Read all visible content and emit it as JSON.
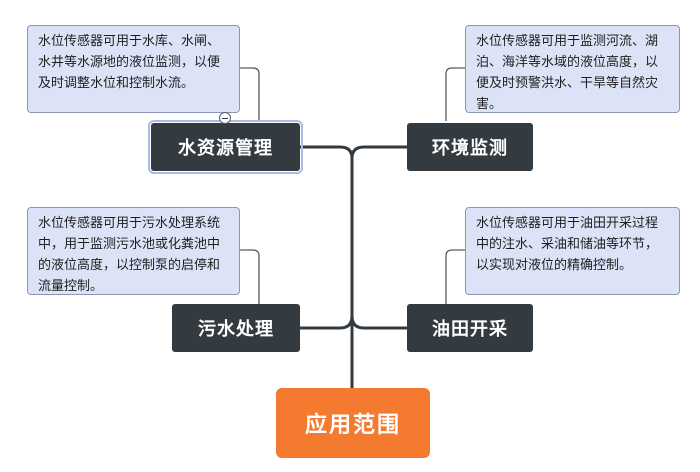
{
  "root": {
    "label": "应用范围",
    "color": "#f47a30"
  },
  "colors": {
    "topic_bg": "#333a40",
    "note_bg": "#dde3f7",
    "note_border": "#8b95b8",
    "connector": "#333a40"
  },
  "branches": [
    {
      "label": "水资源管理",
      "note": "水位传感器可用于水库、水闸、水井等水源地的液位监测，以便及时调整水位和控制水流。"
    },
    {
      "label": "环境监测",
      "note": "水位传感器可用于监测河流、湖泊、海洋等水域的液位高度，以便及时预警洪水、干旱等自然灾害。"
    },
    {
      "label": "污水处理",
      "note": "水位传感器可用于污水处理系统中，用于监测污水池或化粪池中的液位高度，以控制泵的启停和流量控制。"
    },
    {
      "label": "油田开采",
      "note": "水位传感器可用于油田开采过程中的注水、采油和储油等环节，以实现对液位的精确控制。"
    }
  ]
}
